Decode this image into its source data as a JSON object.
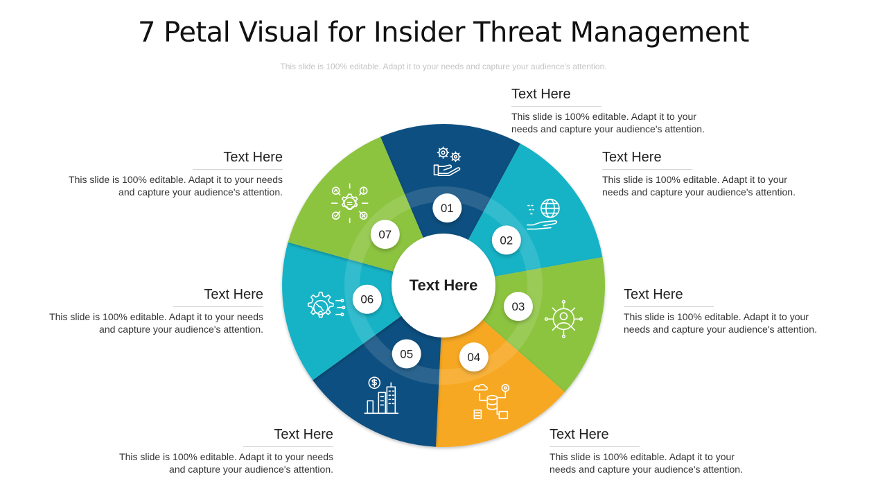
{
  "header": {
    "title": "7 Petal Visual for Insider Threat Management",
    "subtitle": "This slide is 100% editable. Adapt it to your needs and capture your audience's attention."
  },
  "center": {
    "label": "Text Here"
  },
  "petals": [
    {
      "number": "01",
      "color": "#0d4f80",
      "icon": "gears-hand-icon"
    },
    {
      "number": "02",
      "color": "#17b3c6",
      "icon": "globe-hand-icon"
    },
    {
      "number": "03",
      "color": "#8cc43f",
      "icon": "user-network-icon"
    },
    {
      "number": "04",
      "color": "#f7a823",
      "icon": "database-cloud-icon"
    },
    {
      "number": "05",
      "color": "#0d4f80",
      "icon": "coin-buildings-icon"
    },
    {
      "number": "06",
      "color": "#17b3c6",
      "icon": "gear-globe-icon"
    },
    {
      "number": "07",
      "color": "#8cc43f",
      "icon": "gear-alerts-icon"
    }
  ],
  "callouts": [
    {
      "heading": "Text Here",
      "body": "This slide is 100% editable. Adapt it to your needs and capture your audience's attention."
    },
    {
      "heading": "Text Here",
      "body": "This slide is 100% editable. Adapt it to your needs and capture your audience's attention."
    },
    {
      "heading": "Text Here",
      "body": "This slide is 100% editable. Adapt it to your needs and capture your audience's attention."
    },
    {
      "heading": "Text Here",
      "body": "This slide is 100% editable. Adapt it to your needs and capture your audience's attention."
    },
    {
      "heading": "Text Here",
      "body": "This slide is 100% editable. Adapt it to your needs and capture your audience's attention."
    },
    {
      "heading": "Text Here",
      "body": "This slide is 100% editable. Adapt it to your needs and capture your audience's attention."
    },
    {
      "heading": "Text Here",
      "body": "This slide is 100% editable. Adapt it to your needs and capture your audience's attention."
    }
  ]
}
